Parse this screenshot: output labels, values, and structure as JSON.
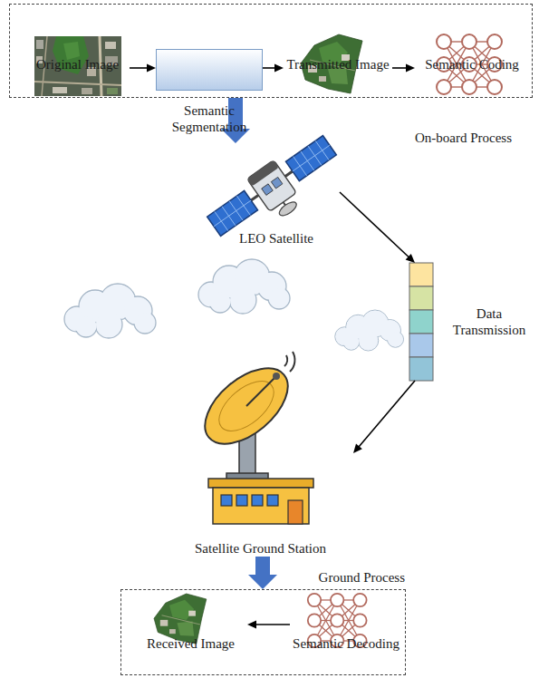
{
  "diagram": {
    "nodes": [
      {
        "text": [
          "On-board Process"
        ]
      },
      {
        "text": [
          "Original Image"
        ],
        "in": 0
      },
      {
        "text": [
          "Semantic Segmentation"
        ],
        "in": 0
      },
      {
        "text": [
          "Transmitted Image"
        ],
        "in": 0
      },
      {
        "text": [
          "Semantic Coding"
        ],
        "in": 0
      },
      {
        "text": [
          "LEO Satellite"
        ]
      },
      {
        "text": [
          "Data Transmission"
        ]
      },
      {
        "text": [
          "Satellite Ground Station"
        ]
      },
      {
        "text": [
          "Ground Process"
        ]
      },
      {
        "text": [
          "Received Image"
        ],
        "in": 8
      },
      {
        "text": [
          "Semantic Decoding"
        ],
        "in": 8
      }
    ],
    "edges": [
      {
        "from": 1,
        "to": 2,
        "arrow": "to"
      },
      {
        "from": 2,
        "to": 3,
        "arrow": "to"
      },
      {
        "from": 3,
        "to": 4,
        "arrow": "to"
      },
      {
        "from": 0,
        "to": 5,
        "arrow": "to"
      },
      {
        "from": 5,
        "to": 6,
        "arrow": "to"
      },
      {
        "from": 6,
        "to": 7,
        "arrow": "to"
      },
      {
        "from": 7,
        "to": 8,
        "arrow": "to"
      },
      {
        "from": 10,
        "to": 9,
        "arrow": "to"
      }
    ]
  }
}
